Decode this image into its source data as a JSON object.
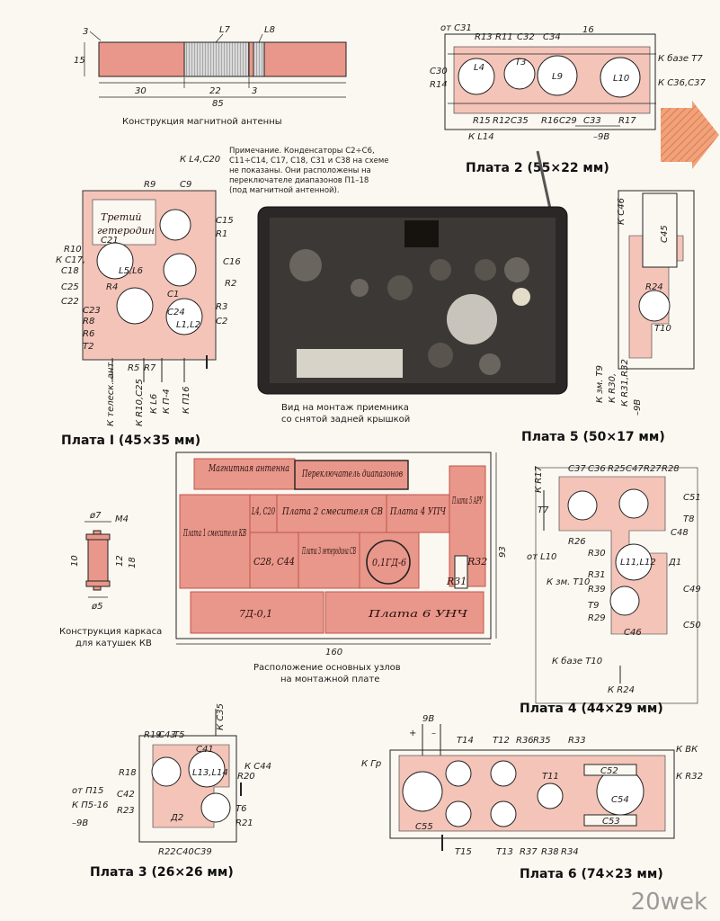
{
  "antenna": {
    "label_l7": "L7",
    "label_l8": "L8",
    "dim_3": "3",
    "dim_15": "15",
    "dim_30": "30",
    "dim_22": "22",
    "dim_3b": "3",
    "dim_85": "85",
    "caption": "Конструкция магнитной антенны"
  },
  "note": {
    "line1": "Примечание. Конденсаторы C2÷C6,",
    "line2": "C11÷C14, C17, C18, C31 и C38 на схеме",
    "line3": "не показаны. Они расположены на",
    "line4": "переключателе диапазонов П1–18",
    "line5": "(под магнитной антенной)."
  },
  "board1": {
    "title": "Плата I (45×35 мм)",
    "subtitle_1": "Третий",
    "subtitle_2": "гетеродин",
    "labels": [
      "R9",
      "C9",
      "К L4,C20",
      "C21",
      "C15",
      "R1",
      "C16",
      "R10",
      "К C17,",
      "C18",
      "C25",
      "C22",
      "L5,L6",
      "R4",
      "C23",
      "R8",
      "R6",
      "T2",
      "C24",
      "L1,L2",
      "R3",
      "C2",
      "R2",
      "R5",
      "C1",
      "R7",
      "К телеск. ант.",
      "К R10,C25",
      "К L6",
      "К П-4",
      "К П16"
    ]
  },
  "board2": {
    "title": "Плата 2 (55×22 мм)",
    "labels": [
      "от C31",
      "R13",
      "R11",
      "C32",
      "C34",
      "16",
      "C30",
      "R14",
      "L4",
      "T3",
      "L9",
      "L10",
      "К базе T7",
      "К C36,C37",
      "R15",
      "R12",
      "C35",
      "R16",
      "C29",
      "C33",
      "R17",
      "К L14",
      "–9В"
    ]
  },
  "photo": {
    "caption_1": "Вид на монтаж приемника",
    "caption_2": "со снятой задней крышкой"
  },
  "board5": {
    "title": "Плата 5 (50×17 мм)",
    "labels": [
      "К C46",
      "C45",
      "R24",
      "T10",
      "К зм. T9",
      "К R30,",
      "К R31,R32",
      "–9В"
    ]
  },
  "layout": {
    "caption_1": "Расположение основных узлов",
    "caption_2": "на монтажной плате",
    "dim_160": "160",
    "dim_93": "93",
    "blocks": {
      "mag_ant": "Магнитная антенна",
      "switch": "Переключатель диапазонов",
      "board1": "Плата 1 смесителя КВ",
      "l4c20": "L4, C20",
      "board2": "Плата 2 смесителя СВ",
      "board4": "Плата 4 УПЧ",
      "board5": "Плата 5 АРУ",
      "c28c44": "C28, C44",
      "board3": "Плата 3 гетеродина СВ",
      "gd": "0,1ГД-6",
      "r32": "R32",
      "r31": "R31",
      "d7": "7Д-0,1",
      "board6": "Плата 6 УНЧ"
    }
  },
  "frame": {
    "caption_1": "Конструкция каркаса",
    "caption_2": "для катушек КВ",
    "d7": "ø7",
    "m4": "M4",
    "d10": "10",
    "d12": "12",
    "d18": "18",
    "d5": "ø5"
  },
  "board4": {
    "title": "Плата 4 (44×29 мм)",
    "labels": [
      "К R17",
      "C37",
      "C36",
      "R25",
      "C47",
      "R27",
      "R28",
      "T7",
      "C51",
      "T8",
      "C48",
      "от L10",
      "R26",
      "R30",
      "L11,L12",
      "Д1",
      "К зм. T10",
      "R31",
      "R39",
      "C49",
      "T9",
      "R29",
      "C50",
      "C46",
      "К базе T10",
      "К R24"
    ]
  },
  "board3": {
    "title": "Плата 3 (26×26 мм)",
    "labels": [
      "К C35",
      "R19",
      "C43",
      "T5",
      "C41",
      "К C44",
      "R18",
      "L13,L14",
      "R20",
      "от П15",
      "C42",
      "К П5-16",
      "R23",
      "T6",
      "–9В",
      "Д2",
      "R21",
      "R22",
      "C40",
      "C39"
    ]
  },
  "board6": {
    "title": "Плата 6 (74×23 мм)",
    "labels": [
      "9В",
      "+",
      "–",
      "T14",
      "T12",
      "R36",
      "R35",
      "R33",
      "К ВК",
      "К Гр",
      "T11",
      "C52",
      "К R32",
      "C54",
      "C55",
      "C53",
      "T15",
      "T13",
      "R37",
      "R38",
      "R34"
    ]
  },
  "watermark": "20wek",
  "colors": {
    "pcb": "#e9978a",
    "pcb_dark": "#c0554a",
    "photo": "#2a2726",
    "arrow": "#e8875a"
  }
}
